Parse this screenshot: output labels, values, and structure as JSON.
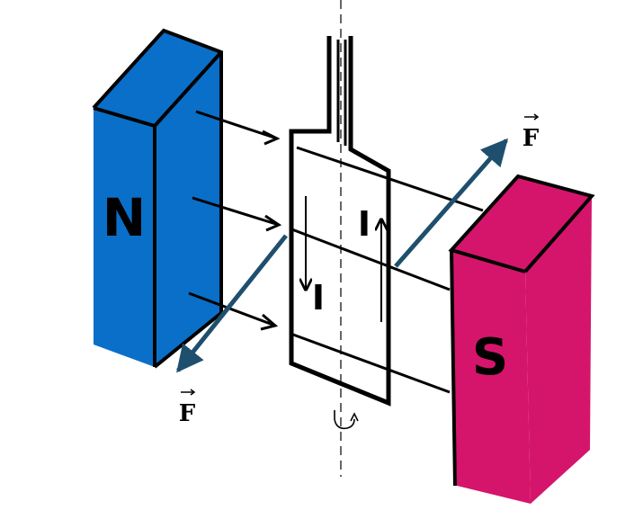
{
  "magnets": {
    "north": {
      "label": "N",
      "color": "#0A6FC8"
    },
    "south": {
      "label": "S",
      "color": "#D5156B"
    }
  },
  "current": {
    "label_left": "I",
    "label_right": "I"
  },
  "forces": {
    "label_top": "F",
    "label_bottom": "F",
    "color": "#1F4F6E"
  },
  "colors": {
    "outline": "#000000",
    "background": "#FFFFFF"
  }
}
